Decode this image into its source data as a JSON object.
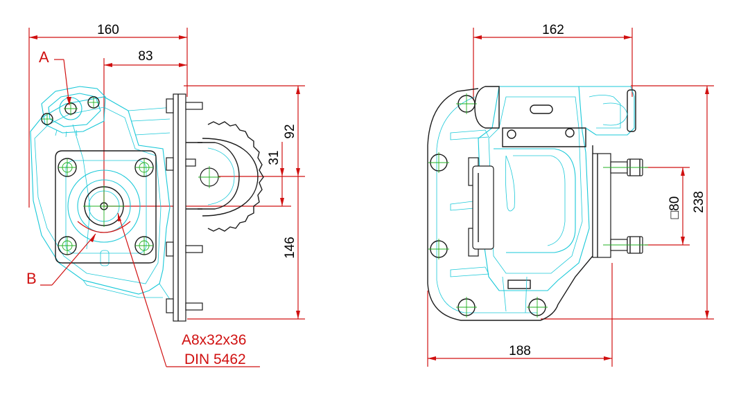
{
  "colors": {
    "dimension": "#d01010",
    "outline": "#18c8d8",
    "edge": "#1a1a1a",
    "center": "#22b022",
    "text": "#000000"
  },
  "left_view": {
    "dims": {
      "width_overall": "160",
      "width_to_center": "83",
      "top_to_center": "92",
      "offset": "31",
      "bottom_from_center": "146"
    },
    "labels": {
      "a": "A",
      "b": "B"
    },
    "spec": {
      "line1": "A8x32x36",
      "line2": "DIN 5462"
    }
  },
  "right_view": {
    "dims": {
      "top_width": "162",
      "bottom_width": "188",
      "height": "238",
      "bolt_spacing": "□80"
    }
  }
}
